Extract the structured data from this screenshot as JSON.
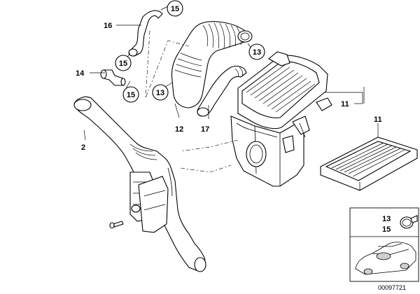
{
  "diagram": {
    "callouts": {
      "c15_top": "15",
      "c15_left1": "15",
      "c15_left2": "15",
      "c13_left": "13",
      "c13_right": "13",
      "l16": "16",
      "l14": "14",
      "l12": "12",
      "l17": "17",
      "l2": "2",
      "l11_box": "11",
      "l11_filter": "11"
    },
    "inset": {
      "label_a": "13",
      "label_b": "15"
    },
    "drawing_number": "00097721"
  }
}
